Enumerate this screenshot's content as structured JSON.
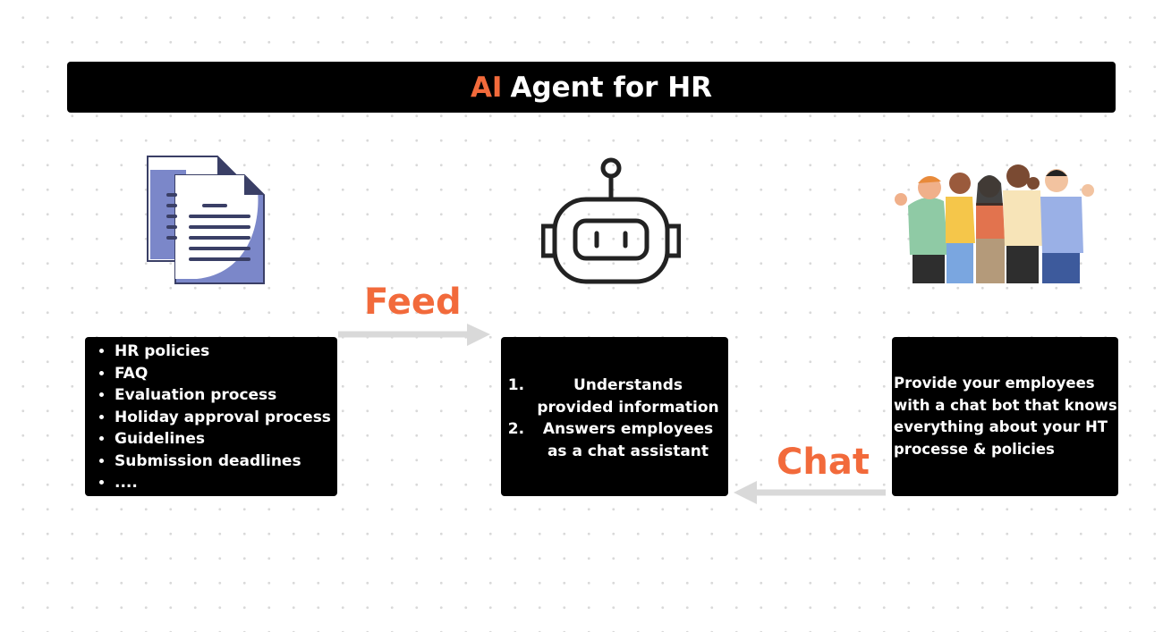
{
  "title": {
    "highlight": "AI",
    "rest": "Agent for HR"
  },
  "flow": {
    "feed_label": "Feed",
    "chat_label": "Chat"
  },
  "documents_box": {
    "items": [
      "HR policies",
      "FAQ",
      "Evaluation process",
      "Holiday approval process",
      "Guidelines",
      "Submission deadlines",
      "...."
    ]
  },
  "agent_box": {
    "items": [
      "Understands provided information",
      "Answers employees as a chat assistant"
    ]
  },
  "employees_box": {
    "text": "Provide your employees with a chat bot that knows everything about your HT processe & policies"
  },
  "colors": {
    "accent": "#f26a3b",
    "doc": "#7b87c9",
    "arrow": "#d9d9d9"
  }
}
